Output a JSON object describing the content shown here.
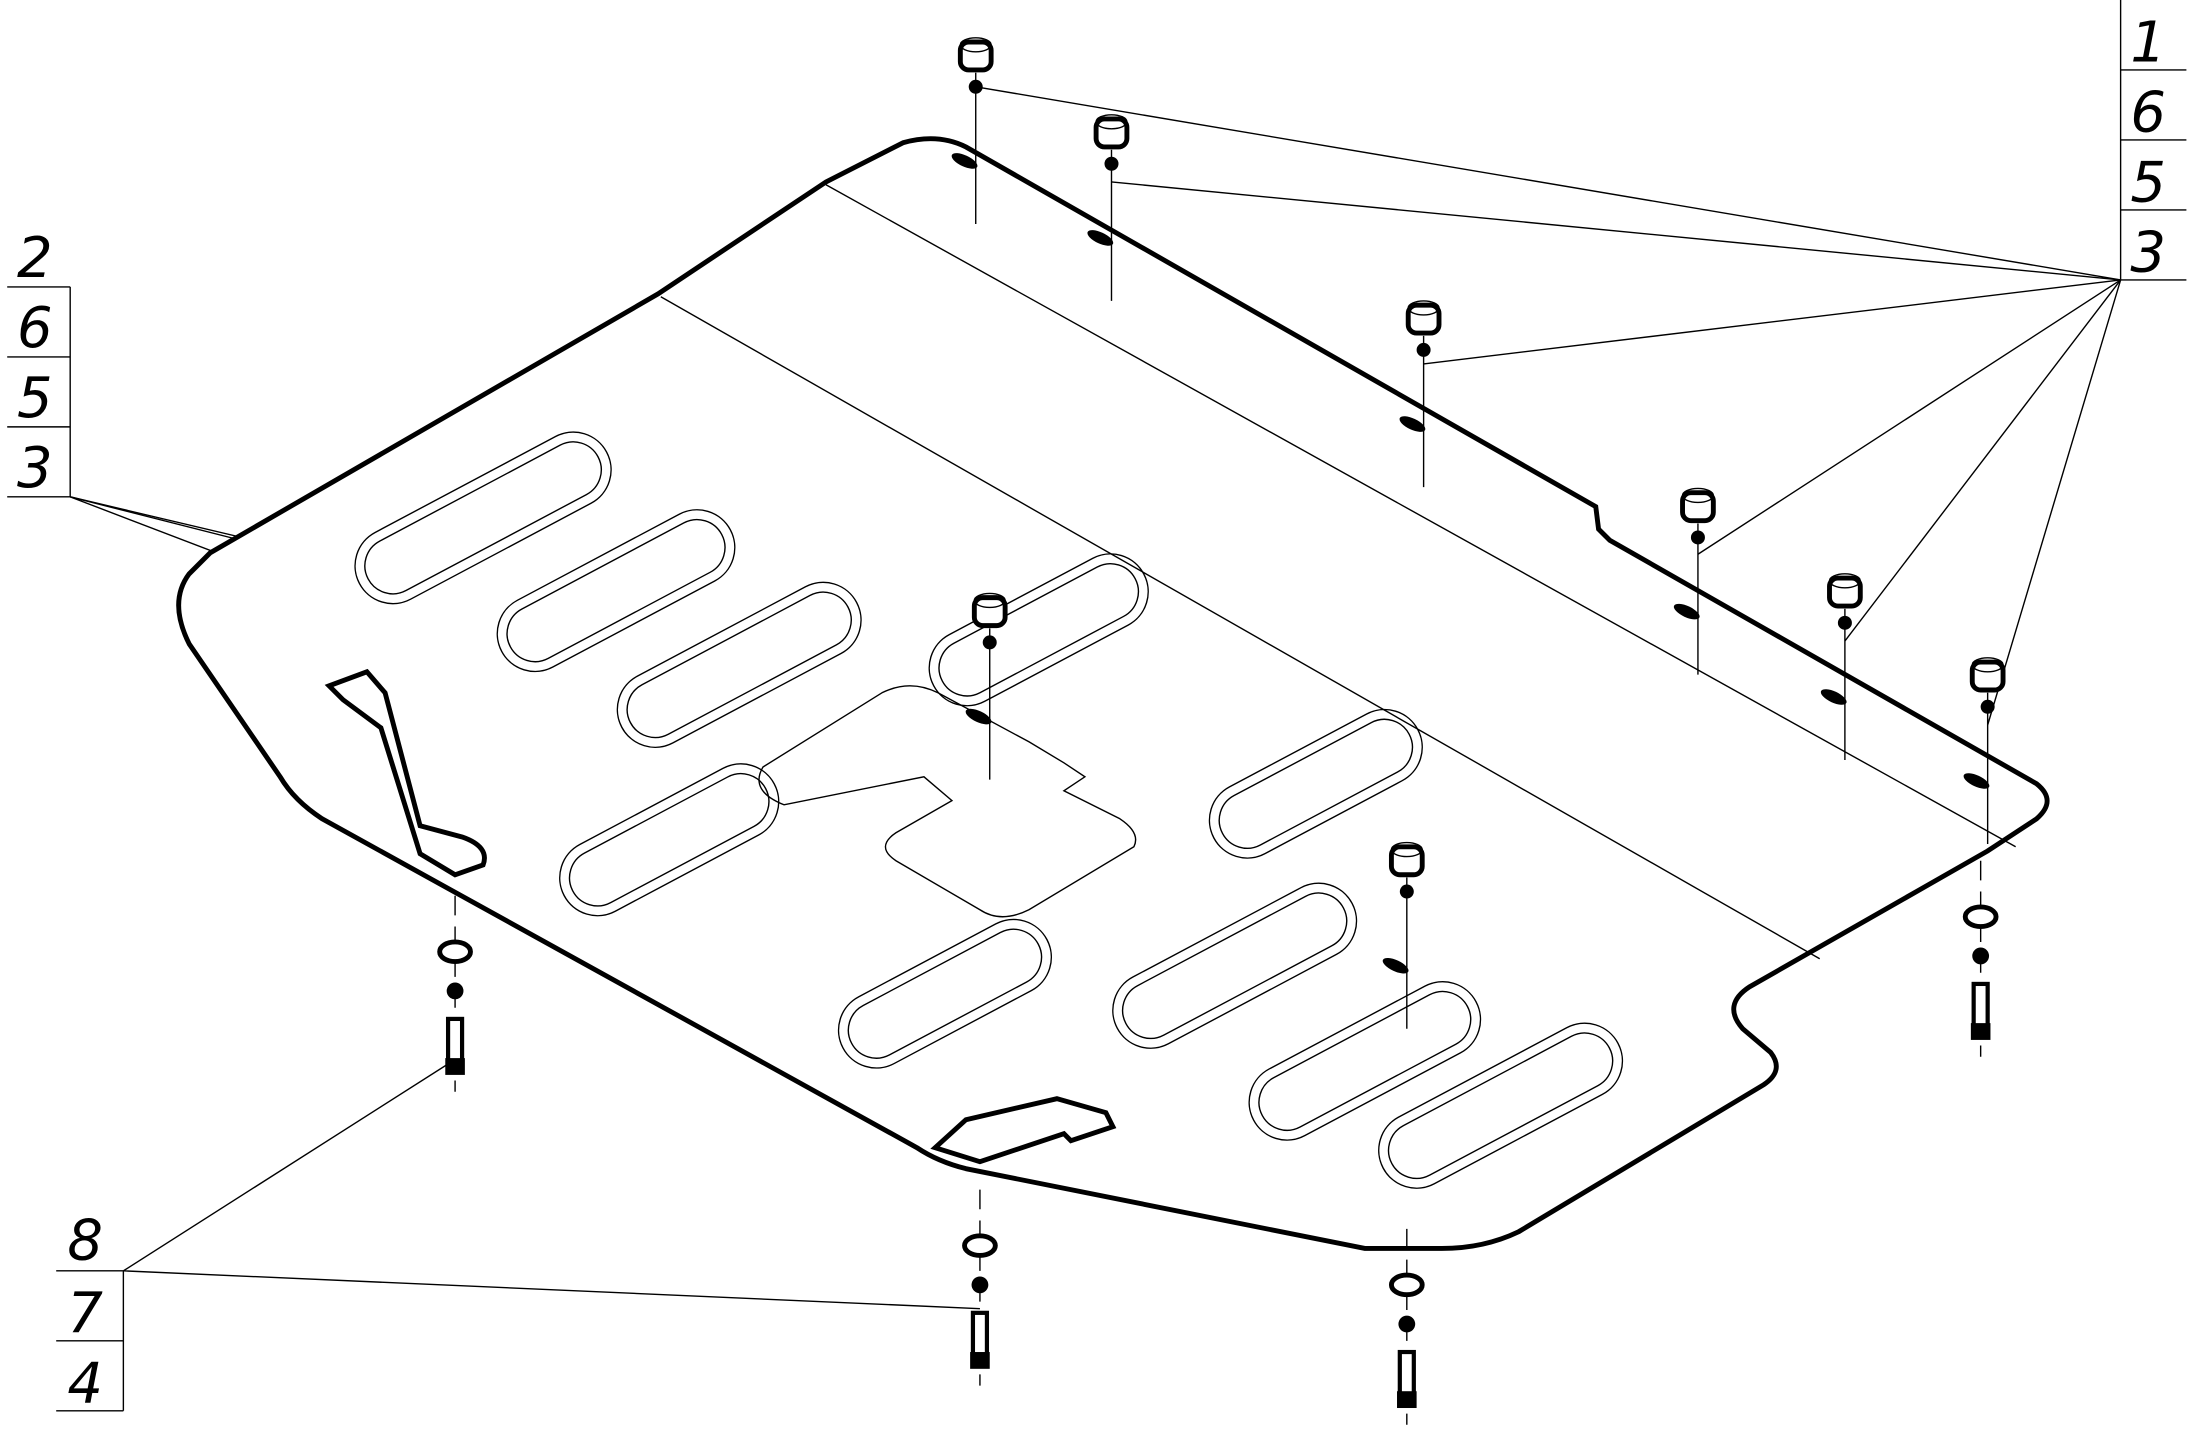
{
  "drawing": {
    "title": "Skid plate assembly exploded view",
    "callouts": {
      "top_right": [
        "1",
        "6",
        "5",
        "3"
      ],
      "left": [
        "2",
        "6",
        "5",
        "3"
      ],
      "bottom_left": [
        "8",
        "7",
        "4"
      ]
    }
  }
}
